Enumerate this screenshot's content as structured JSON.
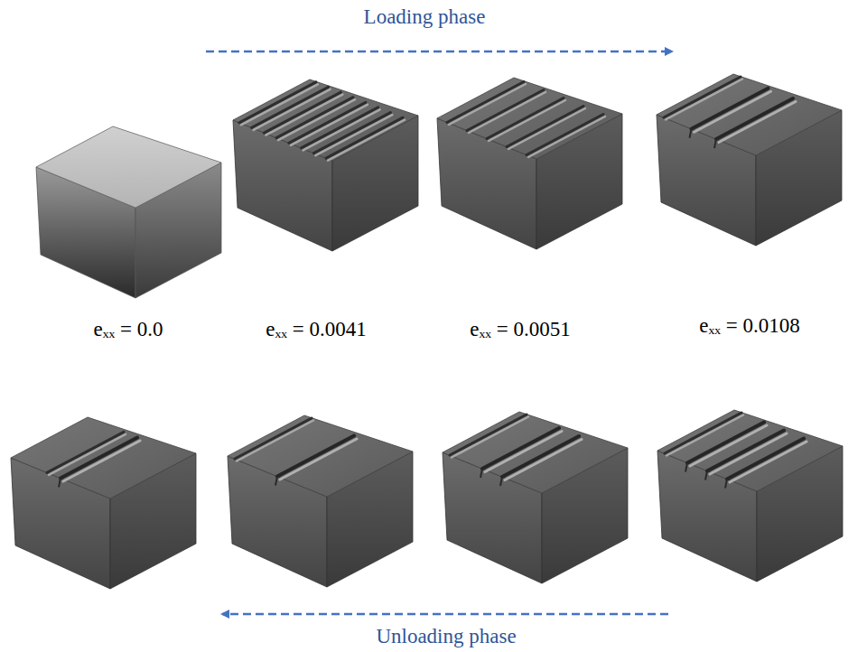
{
  "diagram": {
    "labels": [
      "Loading phase",
      "eₓₓ = 0.0",
      "eₓₓ = 0.0041",
      "eₓₓ = 0.0051",
      "eₓₓ = 0.0108",
      "Unloading phase"
    ]
  }
}
